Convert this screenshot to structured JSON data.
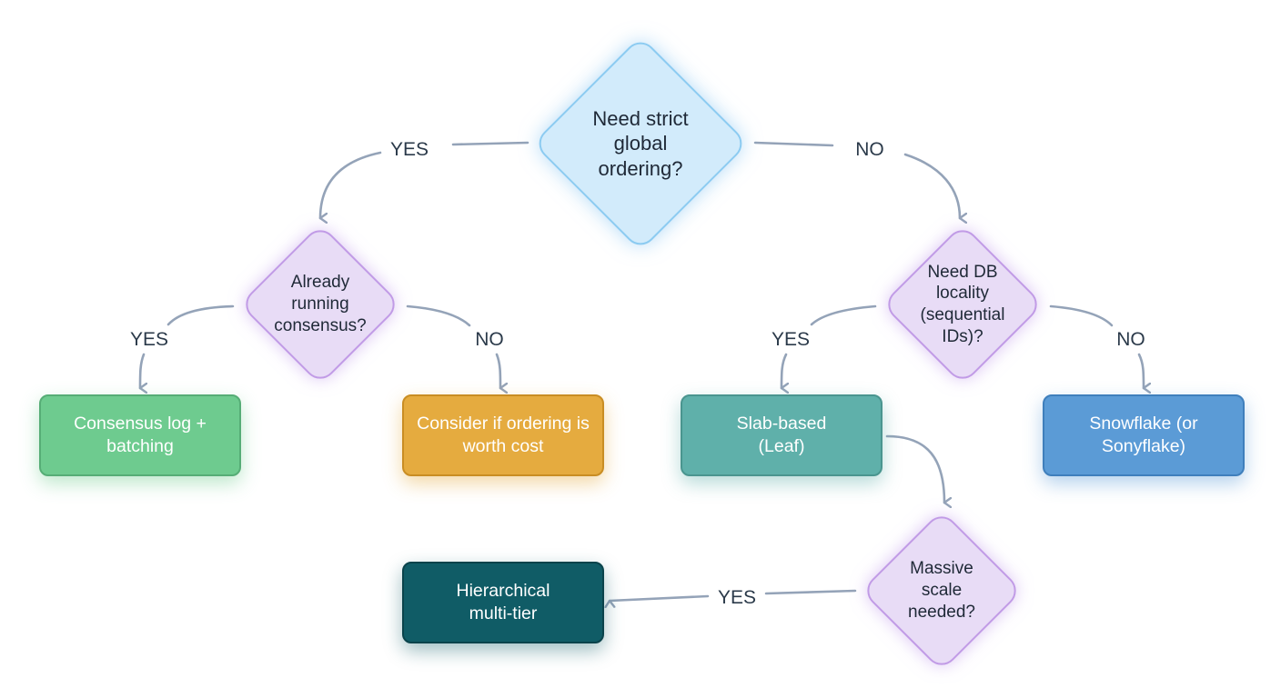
{
  "decisions": {
    "root": "Need strict global ordering?",
    "consensus": "Already running consensus?",
    "locality": "Need DB locality (sequential IDs)?",
    "scale": "Massive scale needed?"
  },
  "outcomes": {
    "consensus_log": "Consensus log + batching",
    "consider": "Consider if ordering is worth cost",
    "slab": "Slab-based (Leaf)",
    "snowflake": "Snowflake (or Sonyflake)",
    "hierarchical": "Hierarchical multi-tier"
  },
  "edges": {
    "root_yes": "YES",
    "root_no": "NO",
    "consensus_yes": "YES",
    "consensus_no": "NO",
    "locality_yes": "YES",
    "locality_no": "NO",
    "scale_yes": "YES"
  },
  "colors": {
    "connector": "#94a3b8",
    "root_decision": "#d2ebfb",
    "decision": "#e8dcf6",
    "consensus_log": "#6ecb8f",
    "consider": "#e5ab3f",
    "slab": "#5fb0aa",
    "snowflake": "#5b9bd6",
    "hierarchical": "#105c66"
  }
}
